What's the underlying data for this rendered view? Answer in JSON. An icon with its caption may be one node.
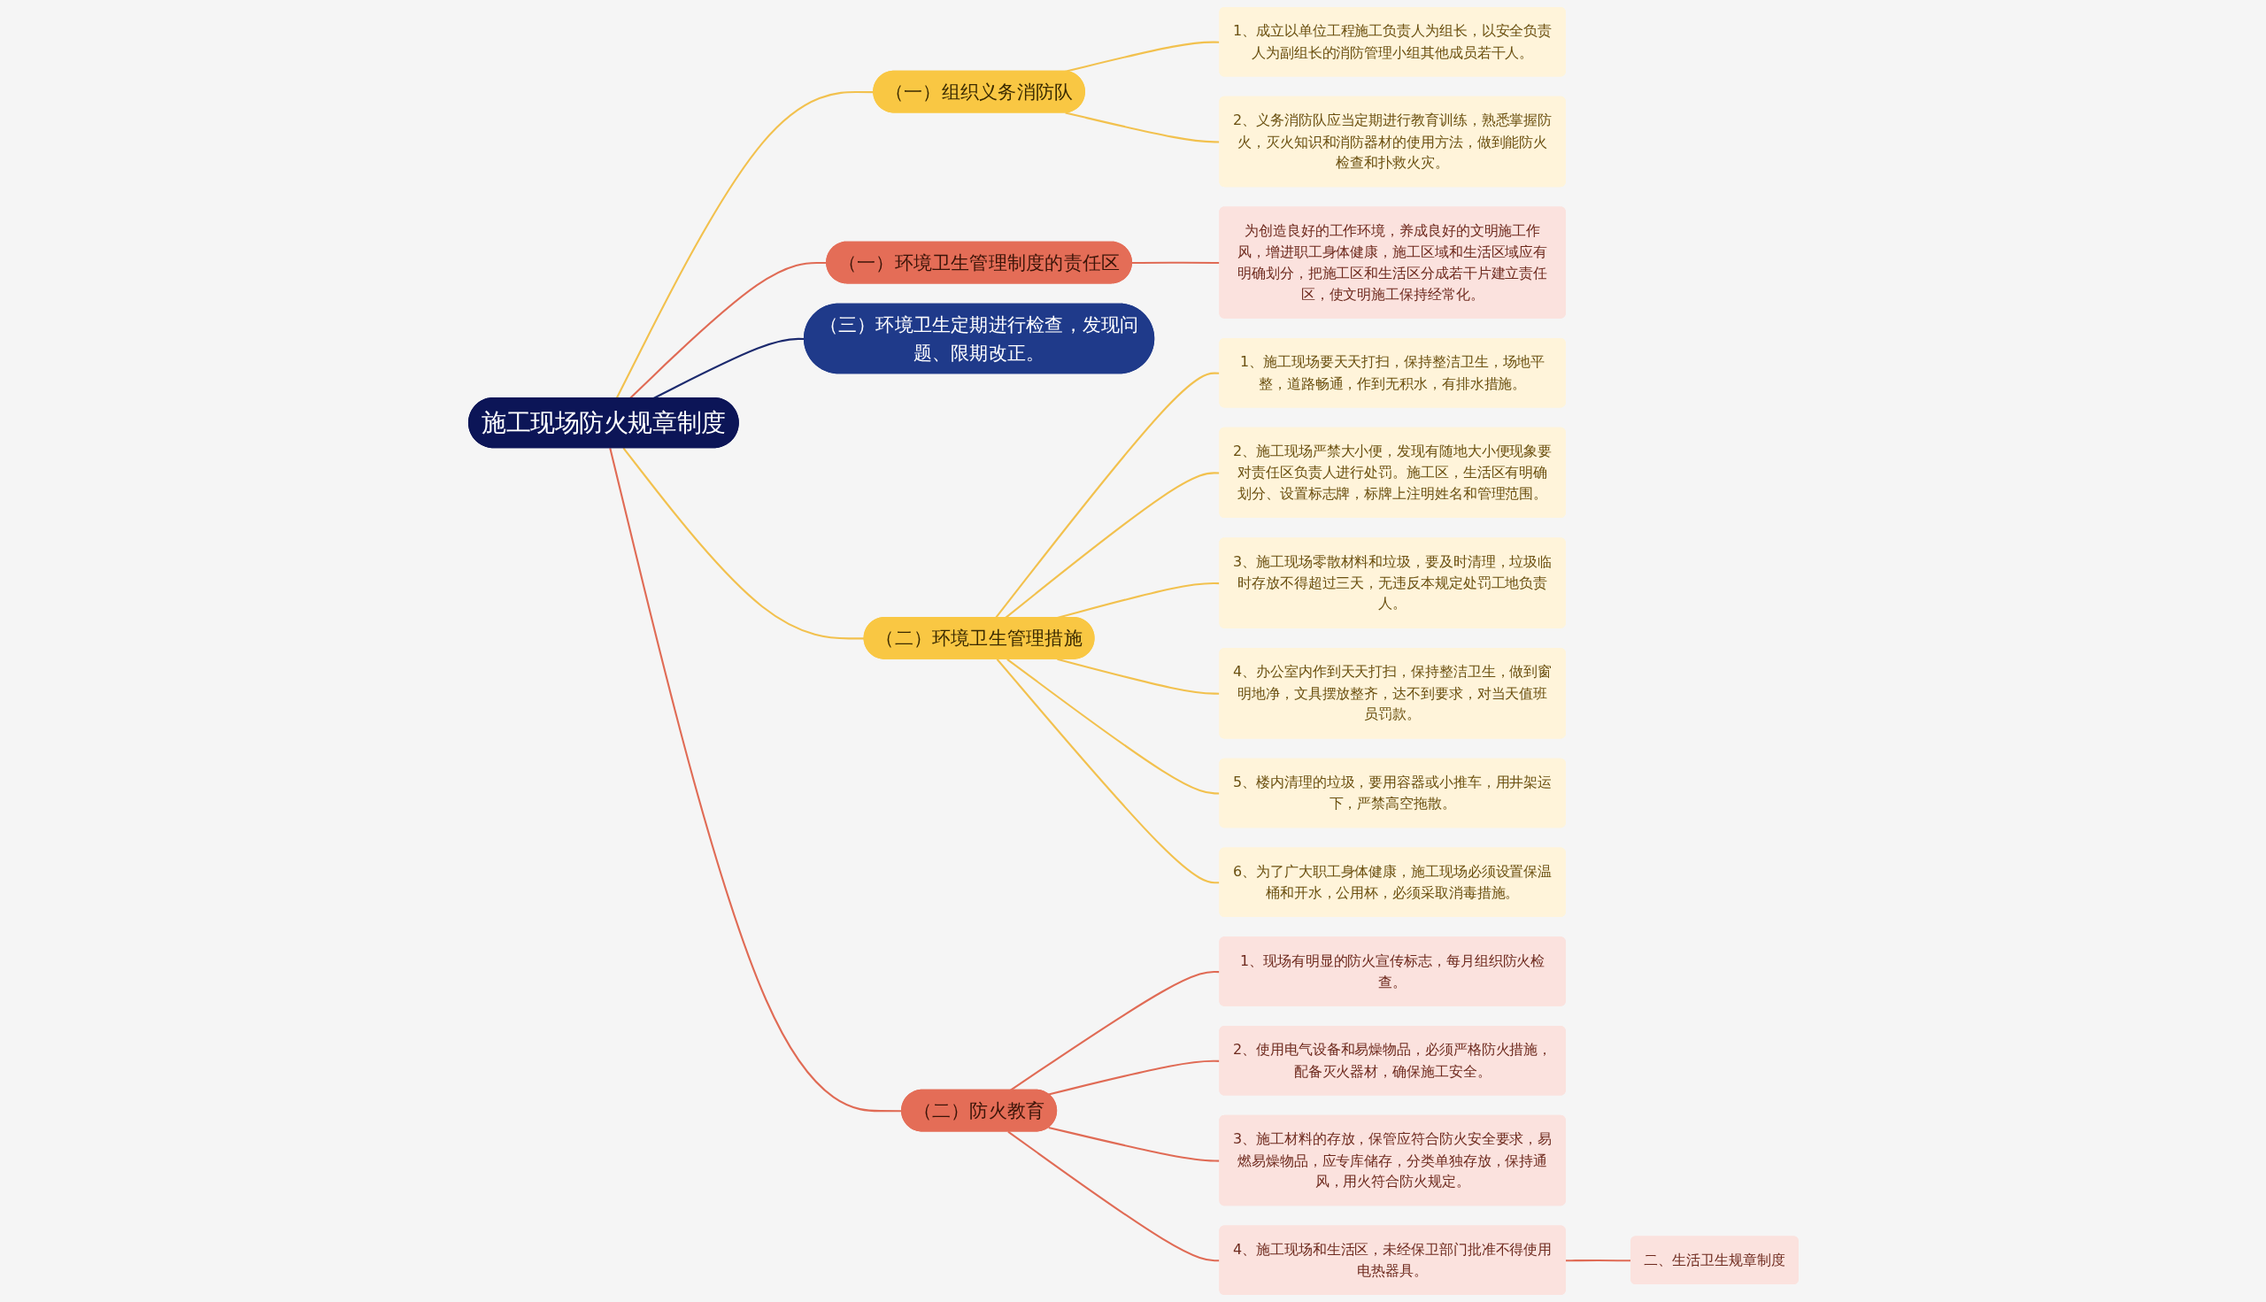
{
  "diagram": {
    "nodes": [
      {
        "text": [
          "施工现场防火规章制度"
        ]
      },
      {
        "text": [
          "（一）组织义务消防队"
        ]
      },
      {
        "text": [
          "1、成立以单位工程施工负责人为组长，以安全负责人为副组长的消防管理小组其他成员若干人。"
        ]
      },
      {
        "text": [
          "2、义务消防队应当定期进行教育训练，熟悉掌握防火，灭火知识和消防器材的使用方法，做到能防火检查和扑救火灾。"
        ]
      },
      {
        "text": [
          "（一）环境卫生管理制度的责任区"
        ]
      },
      {
        "text": [
          "为创造良好的工作环境，养成良好的文明施工作风，增进职工身体健康，施工区域和生活区域应有明确划分，把施工区和生活区分成若干片建立责任区，使文明施工保持经常化。"
        ]
      },
      {
        "text": [
          "（三）环境卫生定期进行检查，发现问题、限期改正。"
        ]
      },
      {
        "text": [
          "（二）环境卫生管理措施"
        ]
      },
      {
        "text": [
          "1、施工现场要天天打扫，保持整洁卫生，场地平整，道路畅通，作到无积水，有排水措施。"
        ]
      },
      {
        "text": [
          "2、施工现场严禁大小便，发现有随地大小便现象要对责任区负责人进行处罚。施工区，生活区有明确划分、设置标志牌，标牌上注明姓名和管理范围。"
        ]
      },
      {
        "text": [
          "3、施工现场零散材料和垃圾，要及时清理，垃圾临时存放不得超过三天，无违反本规定处罚工地负责人。"
        ]
      },
      {
        "text": [
          "4、办公室内作到天天打扫，保持整洁卫生，做到窗明地净，文具摆放整齐，达不到要求，对当天值班员罚款。"
        ]
      },
      {
        "text": [
          "5、楼内清理的垃圾，要用容器或小推车，用井架运下，严禁高空拖散。"
        ]
      },
      {
        "text": [
          "6、为了广大职工身体健康，施工现场必须设置保温桶和开水，公用杯，必须采取消毒措施。"
        ]
      },
      {
        "text": [
          "（二）防火教育"
        ]
      },
      {
        "text": [
          "1、现场有明显的防火宣传标志，每月组织防火检查。"
        ]
      },
      {
        "text": [
          "2、使用电气设备和易燥物品，必须严格防火措施，配备灭火器材，确保施工安全。"
        ]
      },
      {
        "text": [
          "3、施工材料的存放，保管应符合防火安全要求，易燃易燥物品，应专库储存，分类单独存放，保持通风，用火符合防火规定。"
        ]
      },
      {
        "text": [
          "4、施工现场和生活区，未经保卫部门批准不得使用电热器具。"
        ]
      },
      {
        "text": [
          "二、生活卫生规章制度"
        ]
      }
    ],
    "edges": [
      {
        "from": 0,
        "to": 1,
        "arrow": "none"
      },
      {
        "from": 1,
        "to": 2,
        "arrow": "none"
      },
      {
        "from": 1,
        "to": 3,
        "arrow": "none"
      },
      {
        "from": 0,
        "to": 4,
        "arrow": "none",
        "color": "#e06b55"
      },
      {
        "from": 4,
        "to": 5,
        "arrow": "none",
        "color": "#e06b55"
      },
      {
        "from": 0,
        "to": 6,
        "arrow": "none",
        "color": "#1c2a6e"
      },
      {
        "from": 0,
        "to": 7,
        "arrow": "none"
      },
      {
        "from": 7,
        "to": 8,
        "arrow": "none"
      },
      {
        "from": 7,
        "to": 9,
        "arrow": "none"
      },
      {
        "from": 7,
        "to": 10,
        "arrow": "none"
      },
      {
        "from": 7,
        "to": 11,
        "arrow": "none"
      },
      {
        "from": 7,
        "to": 12,
        "arrow": "none"
      },
      {
        "from": 7,
        "to": 13,
        "arrow": "none"
      },
      {
        "from": 0,
        "to": 14,
        "arrow": "none",
        "color": "#e06b55"
      },
      {
        "from": 14,
        "to": 15,
        "arrow": "none",
        "color": "#e06b55"
      },
      {
        "from": 14,
        "to": 16,
        "arrow": "none",
        "color": "#e06b55"
      },
      {
        "from": 14,
        "to": 17,
        "arrow": "none",
        "color": "#e06b55"
      },
      {
        "from": 14,
        "to": 18,
        "arrow": "none",
        "color": "#e06b55"
      },
      {
        "from": 18,
        "to": 19,
        "arrow": "none",
        "color": "#e06b55"
      }
    ]
  }
}
